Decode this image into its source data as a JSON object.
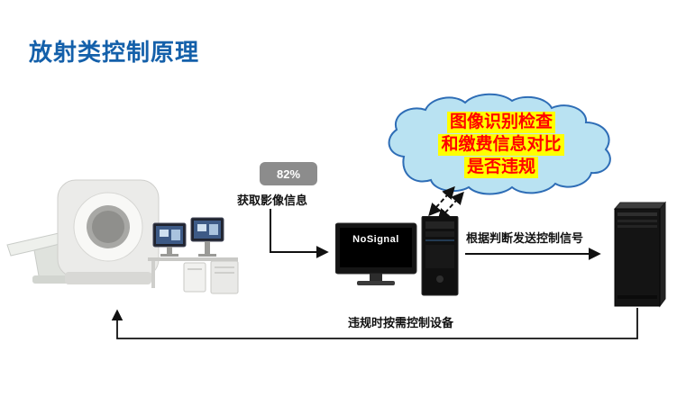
{
  "title": "放射类控制原理",
  "badge": {
    "value": "82%"
  },
  "labels": {
    "capture_info": "获取影像信息",
    "send_control": "根据判断发送控制信号",
    "feedback_control": "违规时按需控制设备"
  },
  "cloud": {
    "line1": "图像识别检查",
    "line2": "和缴费信息对比",
    "line3": "是否违规"
  },
  "monitor": {
    "screen_text": "NoSignal"
  },
  "colors": {
    "title_blue": "#1460aa",
    "badge_gray": "#8c8c8c",
    "cloud_fill": "#b9e2f2",
    "cloud_border": "#2e6db6",
    "cloud_text_red": "#ff0000",
    "highlight_yellow": "#ffff00",
    "arrow_black": "#111111"
  }
}
